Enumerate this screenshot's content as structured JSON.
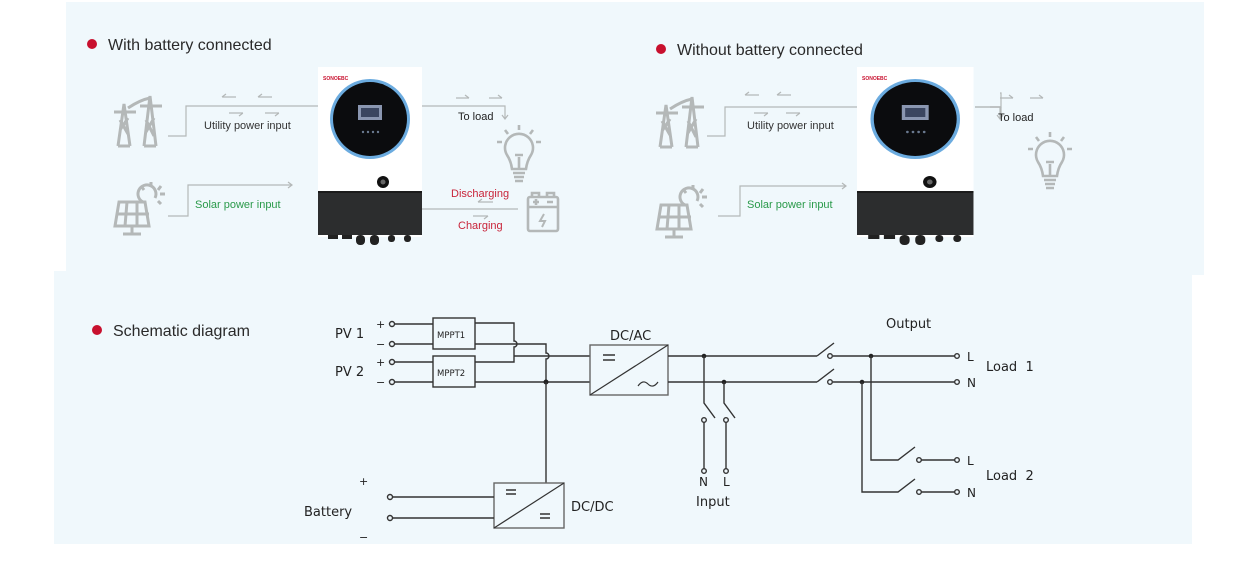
{
  "sections": {
    "with_battery": {
      "heading": "With battery connected",
      "utility_label": "Utility power input",
      "solar_label": "Solar power input",
      "load_label": "To load",
      "discharging_label": "Discharging",
      "charging_label": "Charging",
      "device_brand": "SONOEBC"
    },
    "without_battery": {
      "heading": "Without battery connected",
      "utility_label": "Utility power input",
      "solar_label": "Solar power input",
      "load_label": "To load",
      "device_brand": "SONOEBC"
    },
    "schematic": {
      "heading": "Schematic diagram",
      "pv1": "PV 1",
      "pv2": "PV 2",
      "plus": "+",
      "minus": "−",
      "mppt1": "MPPT1",
      "mppt2": "MPPT2",
      "dcac": "DC/AC",
      "dcdc": "DC/DC",
      "battery": "Battery",
      "input": "Input",
      "output": "Output",
      "load1": "Load  1",
      "load2": "Load  2",
      "L": "L",
      "N": "N",
      "dc_symbol": "=",
      "ac_symbol": "~"
    }
  },
  "colors": {
    "bullet": "#c8102e",
    "solar_text": "#2a9a4a",
    "battery_text": "#c8243a",
    "icon_gray": "#b4b8b8",
    "wire": "#333333"
  }
}
